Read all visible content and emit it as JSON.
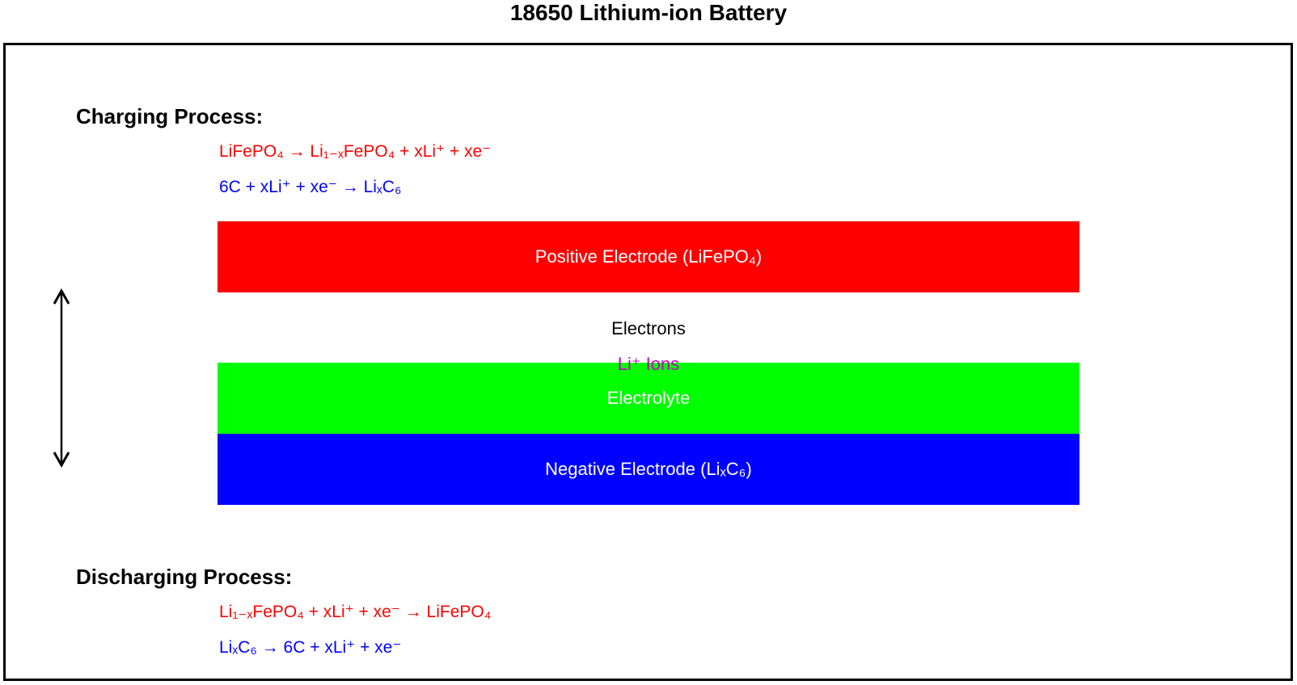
{
  "title": "18650 Lithium-ion Battery",
  "colors": {
    "positive_band": "#ff0000",
    "electrolyte_band": "#00ff00",
    "negative_band": "#0000ff",
    "red_equation": "#ff0000",
    "blue_equation": "#0000ff",
    "ions_label": "#cc00cc",
    "band_text": "#ffffff"
  },
  "charging": {
    "heading": "Charging Process:",
    "equation_positive": "LiFePO₄ → Li₁₋ₓFePO₄ + xLi⁺ + xe⁻",
    "equation_negative": "6C + xLi⁺ + xe⁻ → LiₓC₆"
  },
  "layers": {
    "positive": "Positive Electrode (LiFePO₄)",
    "electrolyte": "Electrolyte",
    "negative": "Negative Electrode (LiₓC₆)"
  },
  "labels": {
    "electrons": "Electrons",
    "ions": "Li⁺ Ions"
  },
  "icons": {
    "flow_arrow": "double-headed-vertical-arrow"
  },
  "discharging": {
    "heading": "Discharging Process:",
    "equation_positive": "Li₁₋ₓFePO₄ + xLi⁺ + xe⁻ → LiFePO₄",
    "equation_negative": "LiₓC₆ → 6C + xLi⁺ + xe⁻"
  }
}
